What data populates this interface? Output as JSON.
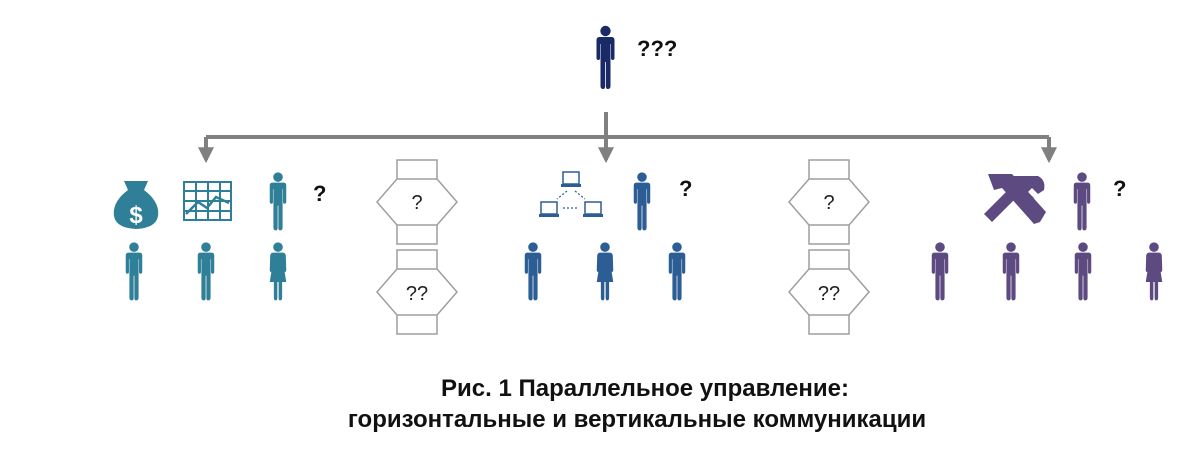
{
  "top": {
    "label": "???"
  },
  "groups": [
    {
      "key": "finance",
      "label": "?",
      "color": "#2e7f97",
      "icon_names": [
        "money-bag-icon",
        "chart-icon"
      ],
      "staff": [
        "man",
        "man",
        "woman"
      ]
    },
    {
      "key": "it",
      "label": "?",
      "color": "#2c5e95",
      "icon_names": [
        "network-icon"
      ],
      "staff": [
        "man",
        "woman",
        "man"
      ]
    },
    {
      "key": "engineering",
      "label": "?",
      "color": "#5d4a80",
      "icon_names": [
        "tools-icon"
      ],
      "staff": [
        "man",
        "man",
        "man",
        "woman"
      ]
    }
  ],
  "links": [
    {
      "upper": "?",
      "lower": "??"
    },
    {
      "upper": "?",
      "lower": "??"
    }
  ],
  "colors": {
    "manager": "#1a2a66",
    "connector": "#808080",
    "outline": "#9e9e9e"
  },
  "caption": {
    "line1": "Рис. 1 Параллельное управление:",
    "line2": "горизонтальные и вертикальные коммуникации"
  }
}
